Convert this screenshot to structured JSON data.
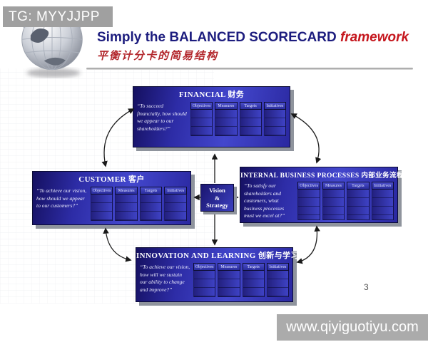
{
  "overlays": {
    "tg_banner": "TG: MYYJJPP",
    "watermark": "www.qiyiguotiyu.com"
  },
  "header": {
    "title_main": "Simply the BALANCED SCORECARD ",
    "title_accent": "framework",
    "subtitle": "平衡计分卡的简易结构"
  },
  "page_number": "3",
  "center_box": {
    "line1": "Vision",
    "line2": "&",
    "line3": "Strategy"
  },
  "table_columns": [
    "Objectives",
    "Measures",
    "Targets",
    "Initiatives"
  ],
  "perspectives": {
    "financial": {
      "title": "FINANCIAL 财务",
      "quote": "“To succeed financially, how should we appear to our shareholders?”"
    },
    "customer": {
      "title": "CUSTOMER 客户",
      "quote": "“To achieve our vision, how should we appear to our customers?”"
    },
    "internal": {
      "title": "INTERNAL BUSINESS PROCESSES 内部业务流程",
      "quote": "“To satisfy our shareholders and customers, what business processes must we excel at?”"
    },
    "innovation": {
      "title": "INNOVATION AND LEARNING 创新与学习",
      "quote": "“To achieve our vision, how will we sustain our ability to change and improve?”"
    }
  },
  "colors": {
    "title_navy": "#1c1c7e",
    "accent_red": "#c5161d",
    "box_blue": "#2f2fae",
    "banner_gray": "#a6a6a6",
    "shadow_gray": "#8f949d"
  }
}
